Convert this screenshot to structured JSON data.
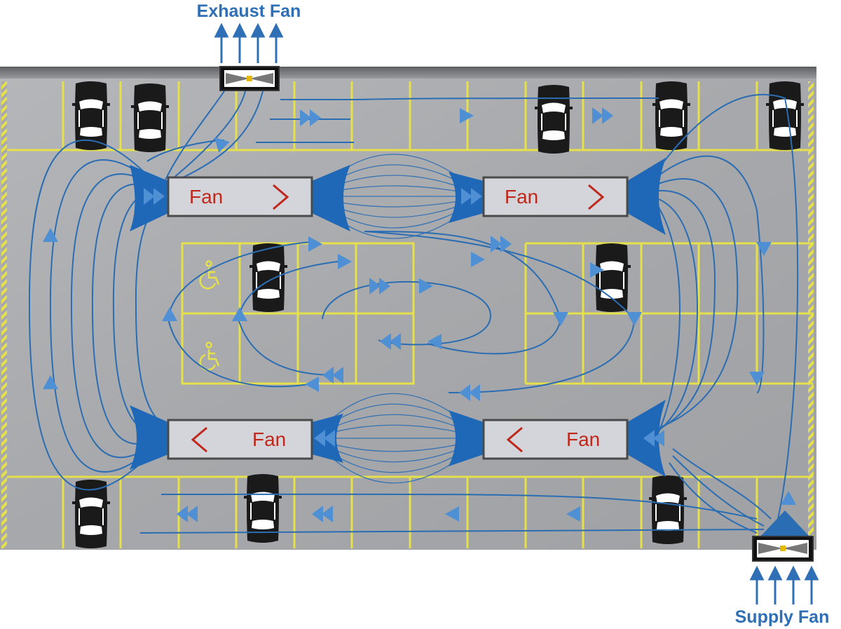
{
  "labels": {
    "exhaust_fan": "Exhaust Fan",
    "supply_fan": "Supply Fan"
  },
  "jet_fans": [
    {
      "label": "Fan",
      "direction": "right"
    },
    {
      "label": "Fan",
      "direction": "right"
    },
    {
      "label": "Fan",
      "direction": "left"
    },
    {
      "label": "Fan",
      "direction": "left"
    }
  ],
  "icons": {
    "car": "car-icon",
    "accessible": "wheelchair-icon",
    "flow_arrow": "flow-arrow-icon",
    "extract_fan": "fan-unit-icon"
  },
  "colors": {
    "floor": "#a7a9ac",
    "wall": "#6d6e71",
    "bay_lines": "#e6e04a",
    "airflow": "#2a6db3",
    "arrows": "#4f8fd4",
    "fan_box": "#d3d5db",
    "fan_text": "#c0281c"
  }
}
